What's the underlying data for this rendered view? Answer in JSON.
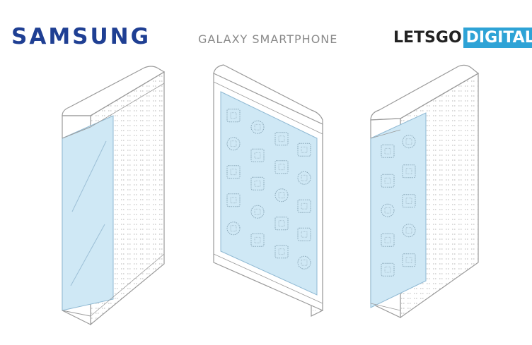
{
  "header": {
    "brand_left": "SAMSUNG",
    "caption": "GALAXY SMARTPHONE",
    "brand_right_dark": "LETSGO",
    "brand_right_highlight": "DIGITAL"
  },
  "colors": {
    "samsung_blue": "#1f3f93",
    "caption_gray": "#8a8a8a",
    "highlight_blue": "#2ea3d6",
    "screen_fill": "#cfe8f5",
    "line_art": "#9a9a9a"
  },
  "figures": [
    {
      "name": "phone-left-view",
      "screen": "side-panel",
      "icon_rows": 0
    },
    {
      "name": "phone-front-view",
      "screen": "full-front",
      "icon_rows": 5
    },
    {
      "name": "phone-right-view",
      "screen": "side-panel",
      "icon_rows": 5
    }
  ]
}
